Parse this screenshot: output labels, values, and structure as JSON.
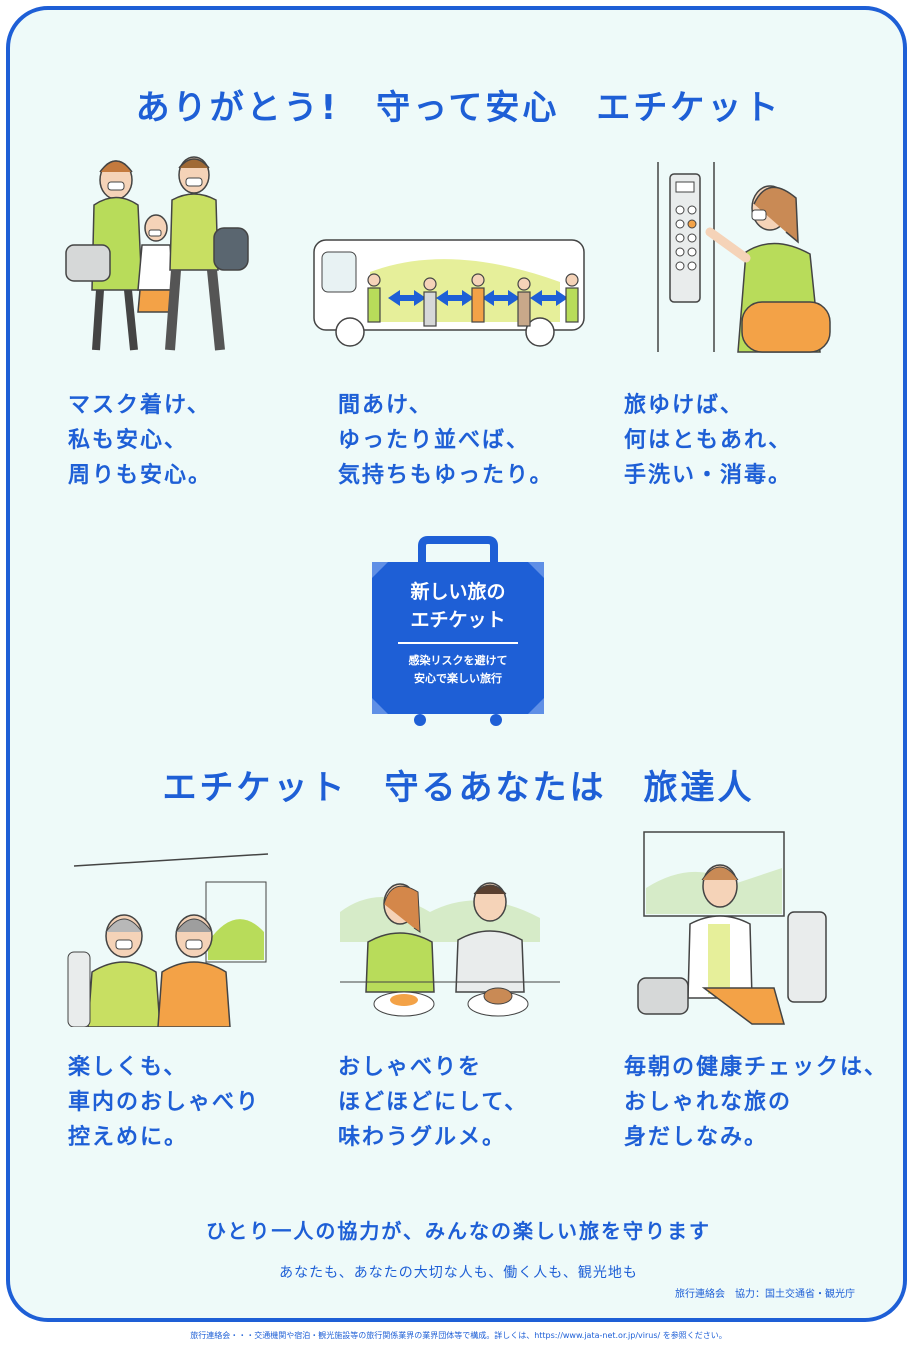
{
  "title": "ありがとう!　守って安心　エチケット",
  "subtitle": "エチケット　守るあなたは　旅達人",
  "panels_top": [
    {
      "lines": [
        "マスク着け、",
        "私も安心、",
        "周りも安心。"
      ],
      "icon": "masked-family-illustration"
    },
    {
      "lines": [
        "間あけ、",
        "ゆったり並べば、",
        "気持ちもゆったり。"
      ],
      "icon": "bus-queue-illustration"
    },
    {
      "lines": [
        "旅ゆけば、",
        "何はともあれ、",
        "手洗い・消毒。"
      ],
      "icon": "elevator-button-illustration"
    }
  ],
  "badge": {
    "title_line1": "新しい旅の",
    "title_line2": "エチケット",
    "sub_line1": "感染リスクを避けて",
    "sub_line2": "安心で楽しい旅行",
    "color": "#1e5fd6"
  },
  "panels_bottom": [
    {
      "lines": [
        "楽しくも、",
        "車内のおしゃべり",
        "控えめに。"
      ],
      "icon": "train-seats-illustration"
    },
    {
      "lines": [
        "おしゃべりを",
        "ほどほどにして、",
        "味わうグルメ。"
      ],
      "icon": "dining-illustration"
    },
    {
      "lines": [
        "毎朝の健康チェックは、",
        "おしゃれな旅の",
        "身だしなみ。"
      ],
      "icon": "hotel-room-illustration"
    }
  ],
  "closing": "ひとり一人の協力が、みんなの楽しい旅を守ります",
  "closing_sub": "あなたも、あなたの大切な人も、働く人も、観光地も",
  "organization": "旅行連絡会　協力：国土交通省・観光庁",
  "footnote": "旅行連絡会・・・交通機関や宿泊・観光施設等の旅行関係業界の業界団体等で構成。詳しくは、https://www.jata-net.or.jp/virus/ を参照ください。",
  "colors": {
    "primary": "#1e5fd6",
    "background": "#eefaf9",
    "accent_green": "#b8dc5a",
    "accent_orange": "#f3a247"
  }
}
